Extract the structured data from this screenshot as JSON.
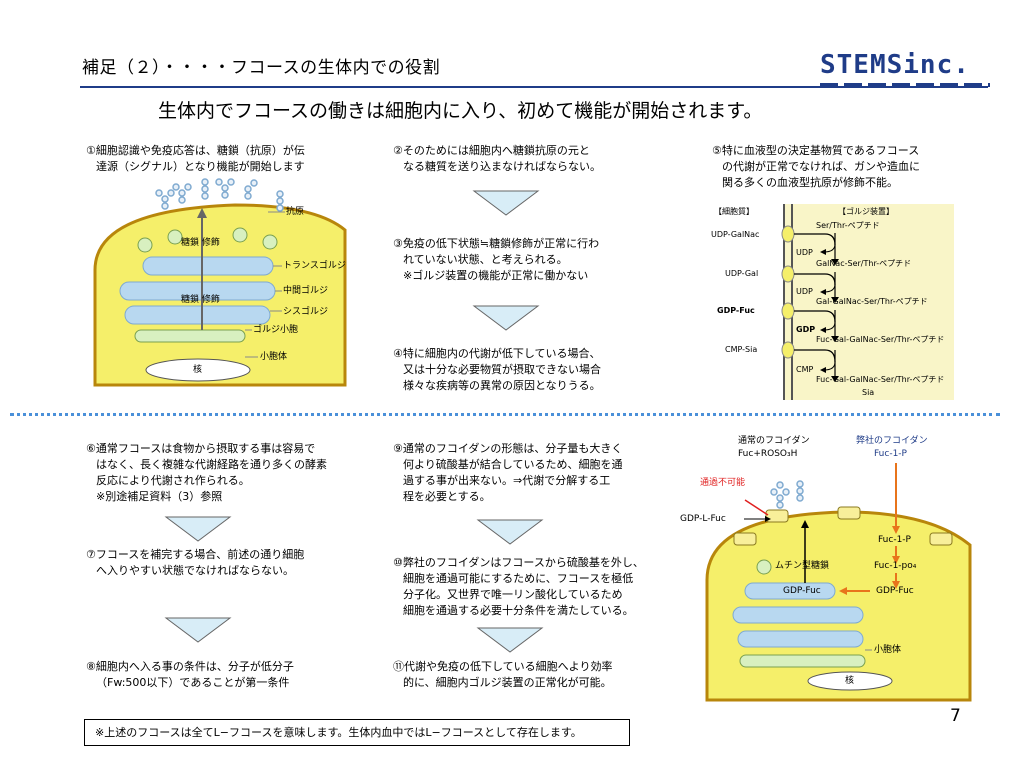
{
  "header": {
    "title": "補足（２）・・・・フコースの生体内での役割",
    "logo": "STEMSinc."
  },
  "headline": "生体内でフコースの働きは細胞内に入り、初めて機能が開始されます。",
  "top": {
    "col1": {
      "lines": [
        "①細胞認識や免疫応答は、糖鎖（抗原）が伝",
        "達源（シグナル）となり機能が開始します"
      ],
      "diagram": {
        "antigen": "抗原",
        "sugar_mod_top": "糖鎖 修飾",
        "sugar_mod_bottom": "糖鎖 修飾",
        "trans_golgi": "トランスゴルジ",
        "medial_golgi": "中間ゴルジ",
        "cis_golgi": "シスゴルジ",
        "golgi_vesicle": "ゴルジ小胞",
        "vesicle": "小胞体",
        "nucleus": "核"
      }
    },
    "col2": {
      "step2": [
        "②そのためには細胞内へ糖鎖抗原の元と",
        "なる糖質を送り込まなければならない。"
      ],
      "step3": [
        "③免疫の低下状態≒糖鎖修飾が正常に行わ",
        "れていない状態、と考えられる。",
        "※ゴルジ装置の機能が正常に働かない"
      ],
      "step4": [
        "④特に細胞内の代謝が低下している場合、",
        "又は十分な必要物質が摂取できない場合",
        "様々な疾病等の異常の原因となりうる。"
      ]
    },
    "col3": {
      "lines": [
        "⑤特に血液型の決定基物質であるフコース",
        "の代謝が正常でなければ、ガンや造血に",
        "関る多くの血液型抗原が修飾不能。"
      ],
      "diagram": {
        "cytoplasm": "【細胞質】",
        "golgi": "【ゴルジ装置】",
        "udp_galnac": "UDP-GalNac",
        "udp_gal": "UDP-Gal",
        "gdp_fuc": "GDP-Fuc",
        "cmp_sia": "CMP-Sia",
        "ser_thr": "Ser/Thr-ペプチド",
        "udp1": "UDP",
        "galnac_ser": "GalNac-Ser/Thr-ペプチド",
        "udp2": "UDP",
        "gal_galnac_ser": "Gal-GalNac-Ser/Thr-ペプチド",
        "gdp": "GDP",
        "fuc_gal_1": "Fuc-Gal-GalNac-Ser/Thr-ペプチド",
        "cmp": "CMP",
        "fuc_gal_2": "Fuc-Gal-GalNac-Ser/Thr-ペプチド",
        "sia": "Sia"
      }
    }
  },
  "bottom": {
    "col1": {
      "step6": [
        "⑥通常フコースは食物から摂取する事は容易で",
        "はなく、長く複雑な代謝経路を通り多くの酵素",
        "反応により代謝され作られる。",
        "※別途補足資料（3）参照"
      ],
      "step7": [
        "⑦フコースを補完する場合、前述の通り細胞",
        "へ入りやすい状態でなければならない。"
      ],
      "step8": [
        "⑧細胞内へ入る事の条件は、分子が低分子",
        "（Fw:500以下）であることが第一条件"
      ]
    },
    "col2": {
      "step9": [
        "⑨通常のフコイダンの形態は、分子量も大きく",
        "何より硫酸基が結合しているため、細胞を通",
        "過する事が出来ない。⇒代謝で分解する工",
        "程を必要とする。"
      ],
      "step10": [
        "⑩弊社のフコイダンはフコースから硫酸基を外し、",
        "細胞を通過可能にするために、フコースを極低",
        "分子化。又世界で唯一リン酸化しているため",
        "細胞を通過する必要十分条件を満たしている。"
      ],
      "step11": [
        "⑪代謝や免疫の低下している細胞へより効率",
        "的に、細胞内ゴルジ装置の正常化が可能。"
      ]
    },
    "col3": {
      "diagram": {
        "normal_fucoidan": "通常のフコイダン",
        "normal_formula": "Fuc+ROSO₃H",
        "our_fucoidan": "弊社のフコイダン",
        "our_formula": "Fuc-1-P",
        "no_pass": "通過不可能",
        "gdp_l_fuc": "GDP-L-Fuc",
        "fuc1p": "Fuc-1-P",
        "fuc1po4": "Fuc-1-po₄",
        "mucin": "ムチン型糖鎖",
        "gdp_fuc_left": "GDP-Fuc",
        "gdp_fuc_right": "GDP-Fuc",
        "vesicle": "小胞体",
        "nucleus": "核"
      }
    }
  },
  "page_number": "7",
  "footer": "※上述のフコースは全てL−フコースを意味します。生体内血中ではL−フコースとして存在します。",
  "colors": {
    "cell_fill": "#f5ef6a",
    "cell_border": "#b8860b",
    "organelle": "#b8d8f0",
    "vesicle": "#d8f0c0",
    "arrow_fill": "#d8edf7",
    "accent_blue": "#1f3c88",
    "accent_orange": "#e8741b"
  }
}
